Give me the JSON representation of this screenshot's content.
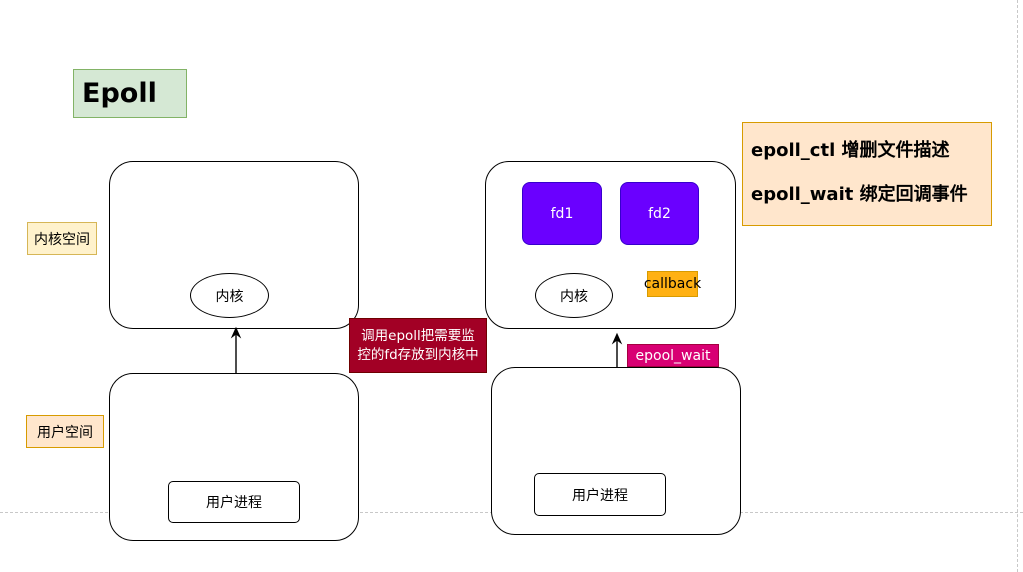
{
  "title": "Epoll",
  "space_labels": {
    "kernel_space": "内核空间",
    "user_space": "用户空间"
  },
  "left_diagram": {
    "kernel_node": "内核",
    "user_process": "用户进程"
  },
  "right_diagram": {
    "fd1": "fd1",
    "fd2": "fd2",
    "kernel_node": "内核",
    "callback": "callback",
    "user_process": "用户进程",
    "arrow_label": "epool_wait"
  },
  "note": {
    "line1": "调用epoll把需要监",
    "line2": "控的fd存放到内核中"
  },
  "api_notes": [
    "epoll_ctl 增删文件描述",
    "epoll_wait 绑定回调事件"
  ],
  "colors": {
    "fd_fill": "#6a00ff",
    "callback_fill": "#ffb113",
    "note_fill": "#a20025",
    "epool_wait_fill": "#d80073",
    "title_fill": "#d5e8d4"
  }
}
